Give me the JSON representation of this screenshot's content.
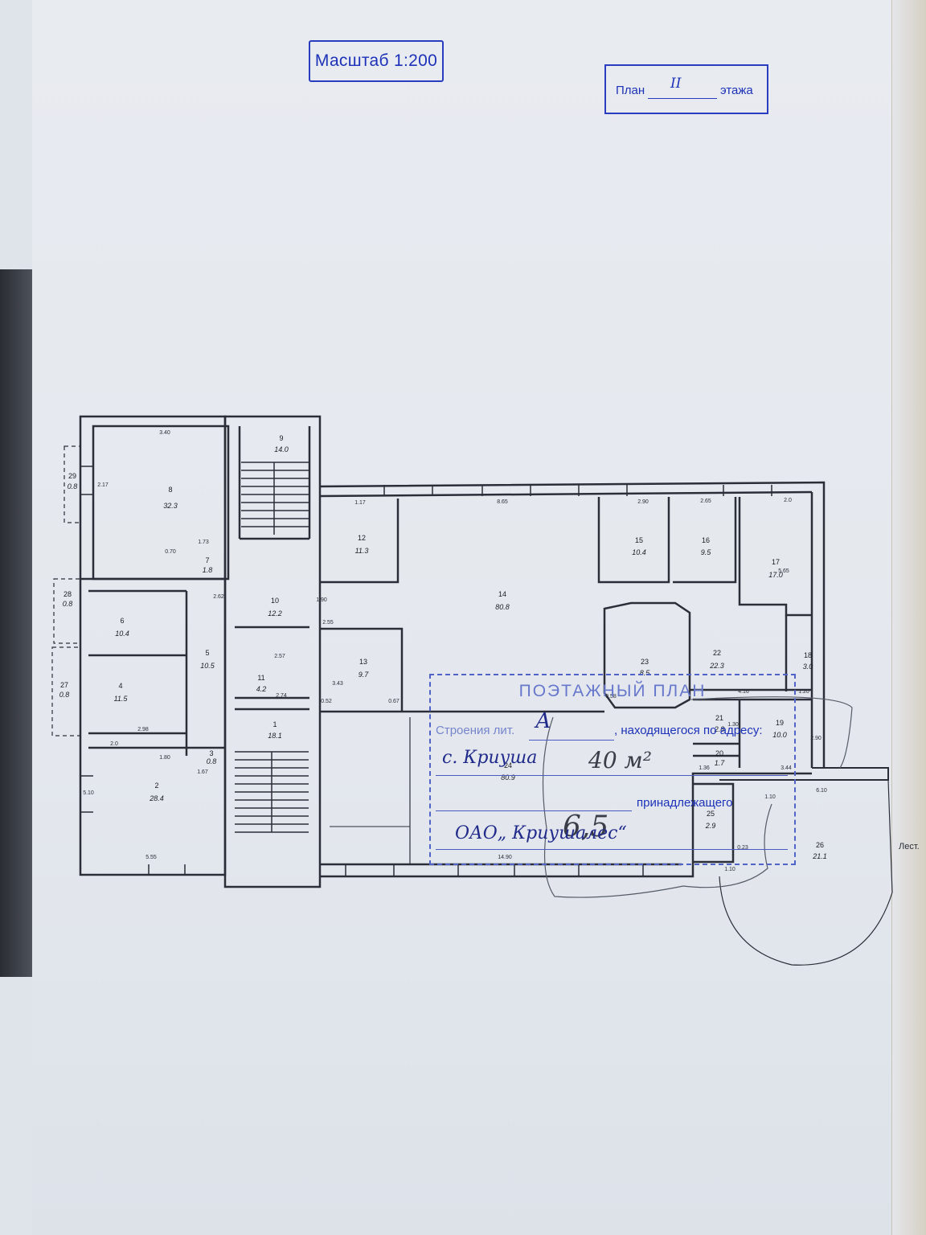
{
  "scale_stamp": {
    "label": "Масштаб 1:200"
  },
  "floor_stamp": {
    "label_left": "План",
    "floor": "II",
    "label_right": "этажа"
  },
  "title_block": {
    "heading": "ПОЭТАЖНЫЙ ПЛАН",
    "line1_label": "Строения лит.",
    "line1_value": "А",
    "line1_suffix": ", находящегося по адресу:",
    "address": "с. Криуша",
    "owner_label": "принадлежащего",
    "owner": "ОАО„ Криушалес“"
  },
  "annotations": {
    "area_note": "40 м²",
    "size_note": "6,5"
  },
  "rooms": [
    {
      "num": "8",
      "area": "32.3"
    },
    {
      "num": "9",
      "area": "14.0"
    },
    {
      "num": "29",
      "area": "0.8"
    },
    {
      "num": "7",
      "area": "1.8"
    },
    {
      "num": "10",
      "area": "12.2"
    },
    {
      "num": "12",
      "area": "11.3"
    },
    {
      "num": "14",
      "area": "80.8"
    },
    {
      "num": "15",
      "area": "10.4"
    },
    {
      "num": "16",
      "area": "9.5"
    },
    {
      "num": "17",
      "area": "17.0"
    },
    {
      "num": "28",
      "area": "0.8"
    },
    {
      "num": "6",
      "area": "10.4"
    },
    {
      "num": "5",
      "area": "10.5"
    },
    {
      "num": "13",
      "area": "9.7"
    },
    {
      "num": "23",
      "area": "8.5"
    },
    {
      "num": "22",
      "area": "22.3"
    },
    {
      "num": "18",
      "area": "3.0"
    },
    {
      "num": "27",
      "area": "0.8"
    },
    {
      "num": "4",
      "area": "11.5"
    },
    {
      "num": "11",
      "area": "4.2"
    },
    {
      "num": "1",
      "area": "18.1"
    },
    {
      "num": "21",
      "area": "2.8"
    },
    {
      "num": "19",
      "area": "10.0"
    },
    {
      "num": "20",
      "area": "1.7"
    },
    {
      "num": "2",
      "area": "28.4"
    },
    {
      "num": "24",
      "area": "80.9"
    },
    {
      "num": "25",
      "area": "2.9"
    },
    {
      "num": "26",
      "area": "21.1"
    },
    {
      "num": "3",
      "area": "0.8"
    }
  ],
  "dimensions": [
    "3.40",
    "2.17",
    "1.17",
    "8.65",
    "2.90",
    "2.65",
    "2.0",
    "5.55",
    "14.90",
    "2.98",
    "2.0",
    "6.10",
    "4.16",
    "1.20",
    "1.30",
    "3.44",
    "2.90",
    "1.10",
    "0.70",
    "2.57",
    "2.74",
    "2.62",
    "2.55",
    "3.43",
    "0.52",
    "0.67",
    "0.58",
    "1.90",
    "0.23",
    "1.10",
    "1.36",
    "1.67",
    "5.65",
    "1.73",
    "1.80",
    "5.10"
  ],
  "side_text": "Лест."
}
